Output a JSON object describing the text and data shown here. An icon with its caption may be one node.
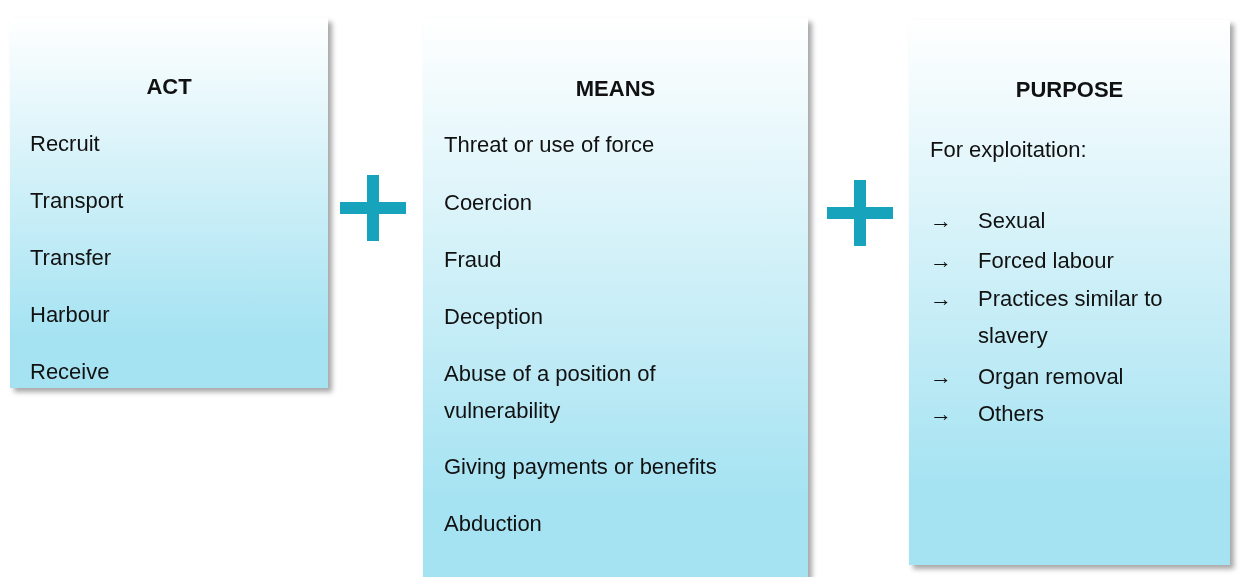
{
  "diagram": {
    "nodes": [
      {
        "text": [
          "ACT",
          "Recruit",
          "Transport",
          "Transfer",
          "Harbour",
          "Receive"
        ]
      },
      {
        "text": [
          "MEANS",
          "Threat or use of force",
          "Coercion",
          "Fraud",
          "Deception",
          "Abuse of a position of vulnerability",
          "Giving payments or benefits",
          "Abduction"
        ]
      },
      {
        "text": [
          "PURPOSE",
          "For exploitation:",
          "→ Sexual",
          "→ Forced labour",
          "→ Practices similar to slavery",
          "→ Organ removal",
          "→ Others"
        ]
      }
    ]
  }
}
